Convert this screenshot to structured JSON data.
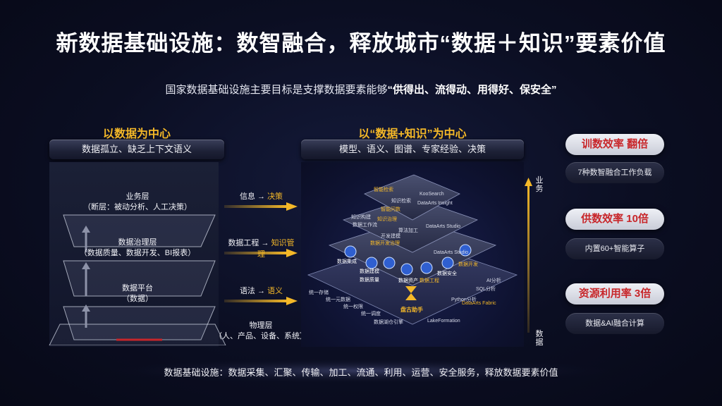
{
  "title": "新数据基础设施：数智融合，释放城市“数据＋知识”要素价值",
  "subtitle_prefix": "国家数据基础设施主要目标是支撑数据要素能够",
  "subtitle_highlight": "“供得出、流得动、用得好、保安全”",
  "left": {
    "heading": "以数据为中心",
    "bar": "数据孤立、缺乏上下文语义",
    "layers": [
      {
        "line1": "业务层",
        "line2": "（断层：被动分析、人工决策）"
      },
      {
        "line1": "数据治理层",
        "line2": "（数据质量、数据开发、BI报表）"
      },
      {
        "line1": "数据平台",
        "line2": "（数据）"
      },
      {
        "line1": "物理层",
        "line2": "（人、产品、设备、系统）"
      }
    ]
  },
  "arrows": [
    {
      "from": "信息",
      "arrow": "→",
      "to": "决策"
    },
    {
      "from": "数据工程",
      "arrow": "→",
      "to": "知识管理"
    },
    {
      "from": "语法",
      "arrow": "→",
      "to": "语义"
    }
  ],
  "middle": {
    "heading": "以“数据+知识”为中心",
    "bar": "模型、语义、图谱、专家经验、决策",
    "top_labels": [
      "智能检索",
      "KooSearch",
      "知识检索",
      "DataArts Insight",
      "智能问数"
    ],
    "mid_labels": [
      "知识构建",
      "知识治理",
      "数据工作流",
      "DataArts Studio",
      "算法加工",
      "开发建模"
    ],
    "lower_labels": [
      "数据开发治理",
      "数据集成",
      "数据建模",
      "数据质量",
      "数据资产",
      "数据安全",
      "数据工程",
      "数据开发",
      "DataArts Studio"
    ],
    "base_labels": [
      "统一存储",
      "统一元数据",
      "统一权限",
      "统一调度",
      "数据湖仓引擎",
      "LakeFormation",
      "DataArts Fabric",
      "AI分析",
      "SQL分析",
      "Python分析",
      "盘古助手"
    ]
  },
  "axis": {
    "top": "业务",
    "bottom": "数据"
  },
  "right": [
    {
      "pill": "训数效率 翻倍",
      "sub": "7种数智融合工作负载"
    },
    {
      "pill": "供数效率 10倍",
      "sub": "内置60+智能算子"
    },
    {
      "pill": "资源利用率 3倍",
      "sub": "数据&AI融合计算"
    }
  ],
  "bottom": "数据基础设施：数据采集、汇聚、传输、加工、流通、利用、运营、安全服务，释放数据要素价值",
  "colors": {
    "accent": "#f4b828",
    "highlight_red": "#c8262a",
    "background": "#0b0e22"
  }
}
